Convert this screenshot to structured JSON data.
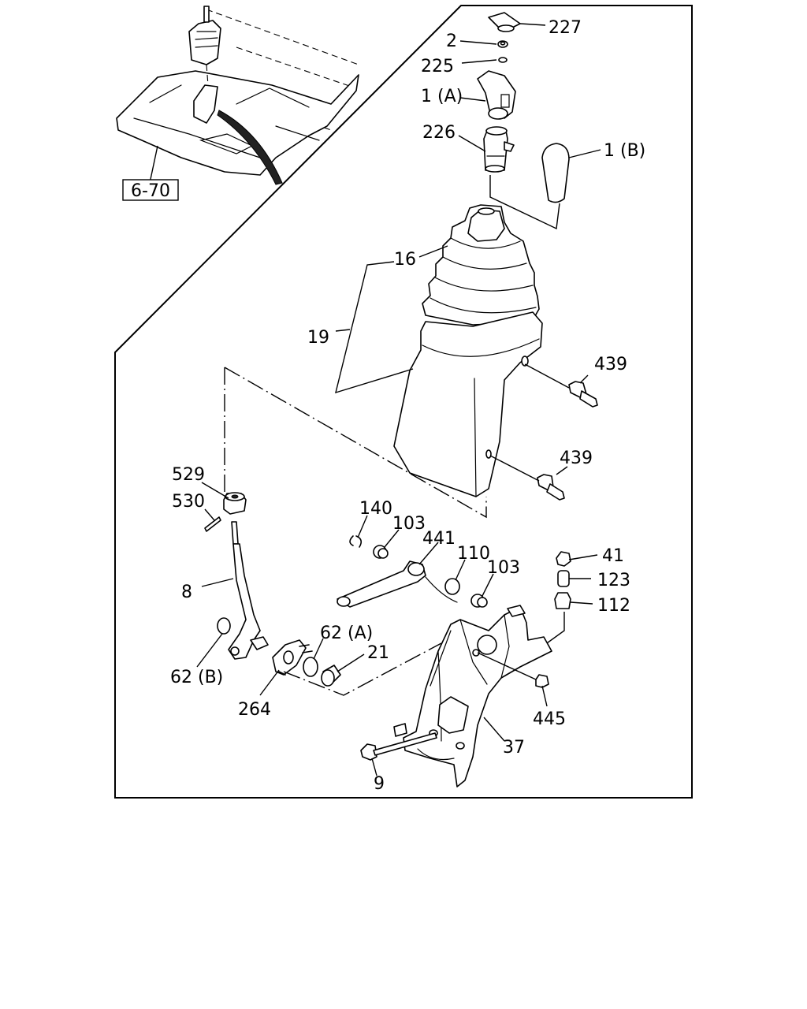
{
  "figure": {
    "reference_box": "6-70",
    "callouts": [
      {
        "id": "c227",
        "label": "227"
      },
      {
        "id": "c2",
        "label": "2"
      },
      {
        "id": "c225",
        "label": "225"
      },
      {
        "id": "c1a",
        "label": "1 (A)"
      },
      {
        "id": "c226",
        "label": "226"
      },
      {
        "id": "c1b",
        "label": "1 (B)"
      },
      {
        "id": "c16",
        "label": "16"
      },
      {
        "id": "c19",
        "label": "19"
      },
      {
        "id": "c439a",
        "label": "439"
      },
      {
        "id": "c439b",
        "label": "439"
      },
      {
        "id": "c529",
        "label": "529"
      },
      {
        "id": "c530",
        "label": "530"
      },
      {
        "id": "c140",
        "label": "140"
      },
      {
        "id": "c103a",
        "label": "103"
      },
      {
        "id": "c441",
        "label": "441"
      },
      {
        "id": "c110",
        "label": "110"
      },
      {
        "id": "c103b",
        "label": "103"
      },
      {
        "id": "c41",
        "label": "41"
      },
      {
        "id": "c123",
        "label": "123"
      },
      {
        "id": "c112",
        "label": "112"
      },
      {
        "id": "c8",
        "label": "8"
      },
      {
        "id": "c62a",
        "label": "62 (A)"
      },
      {
        "id": "c21",
        "label": "21"
      },
      {
        "id": "c62b",
        "label": "62 (B)"
      },
      {
        "id": "c264",
        "label": "264"
      },
      {
        "id": "c445",
        "label": "445"
      },
      {
        "id": "c37",
        "label": "37"
      },
      {
        "id": "c9",
        "label": "9"
      }
    ]
  }
}
